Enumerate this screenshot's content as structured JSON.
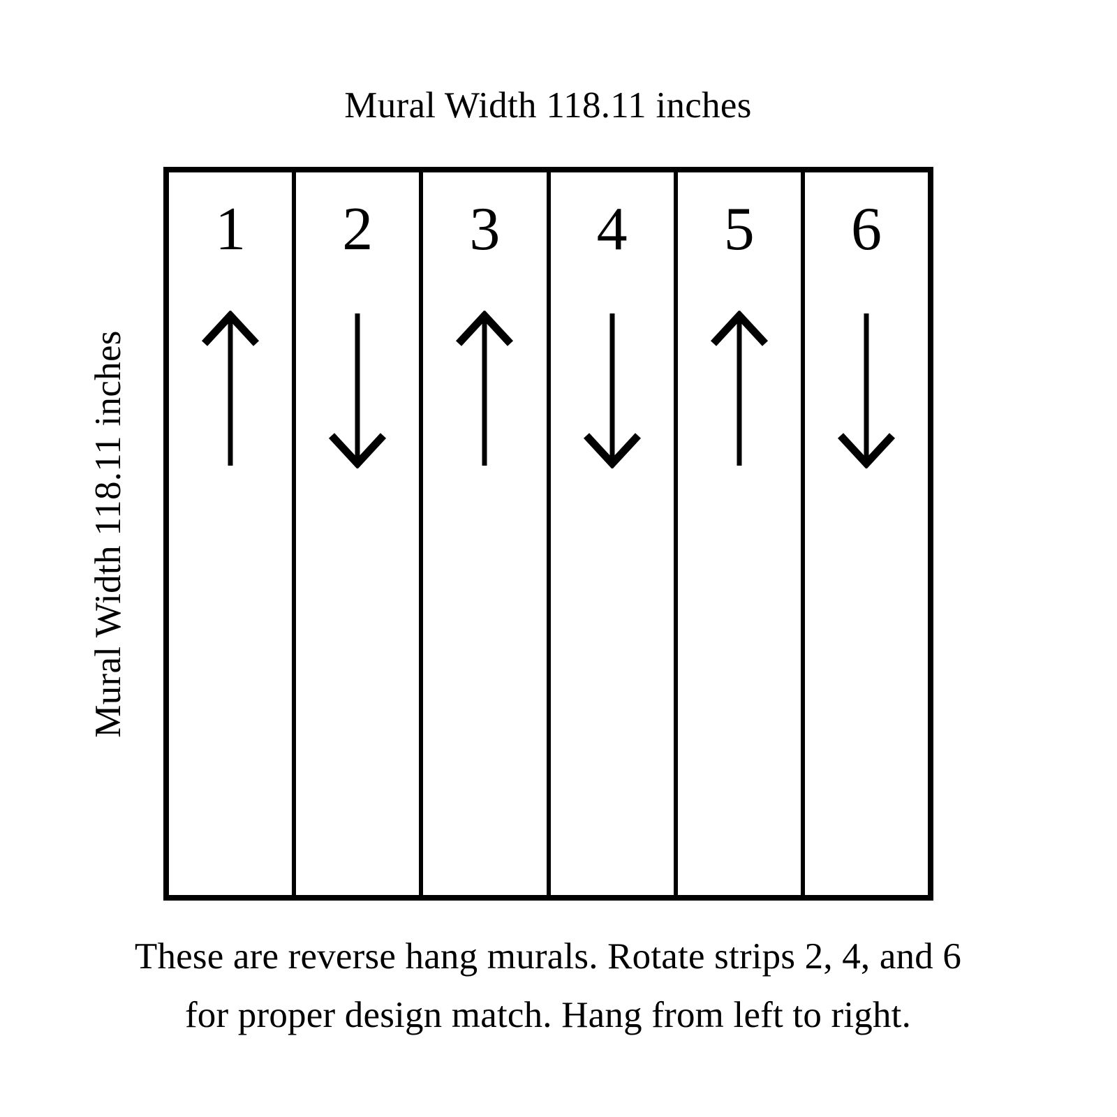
{
  "diagram": {
    "title_top": "Mural Width 118.11 inches",
    "label_left": "Mural Width 118.11 inches",
    "caption_line_1": "These are reverse hang murals. Rotate strips 2, 4, and 6",
    "caption_line_2": "for proper design match. Hang from left to right.",
    "colors": {
      "ink": "#000000",
      "background": "#ffffff"
    },
    "panel": {
      "width_inches": "118.11",
      "height_inches": "118.11",
      "strip_count": 6
    },
    "strips": [
      {
        "number": "1",
        "arrow": "arrow-up-icon",
        "direction": "up"
      },
      {
        "number": "2",
        "arrow": "arrow-down-icon",
        "direction": "down"
      },
      {
        "number": "3",
        "arrow": "arrow-up-icon",
        "direction": "up"
      },
      {
        "number": "4",
        "arrow": "arrow-down-icon",
        "direction": "down"
      },
      {
        "number": "5",
        "arrow": "arrow-up-icon",
        "direction": "up"
      },
      {
        "number": "6",
        "arrow": "arrow-down-icon",
        "direction": "down"
      }
    ]
  }
}
